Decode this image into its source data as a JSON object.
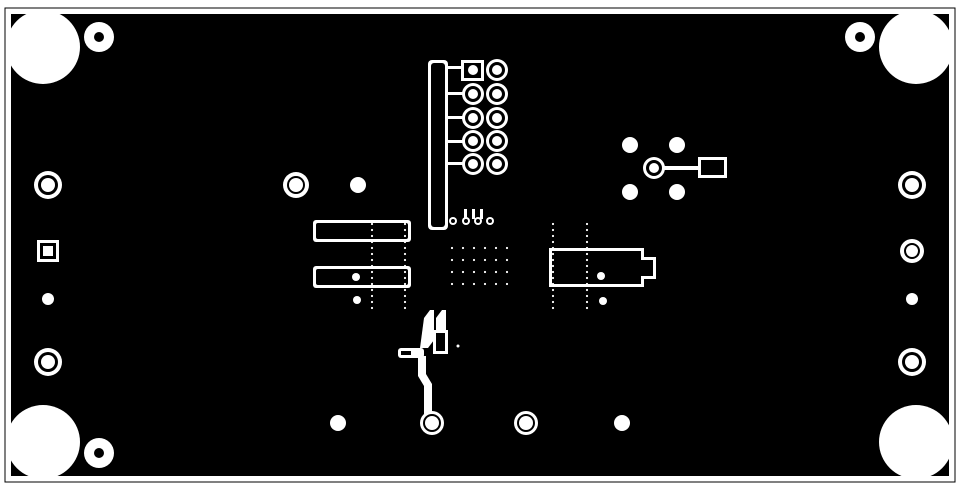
{
  "title": "",
  "colors": {
    "background": "#ffffff",
    "copper": "#000000",
    "clearance": "#ffffff"
  },
  "board": {
    "layer": "bottom copper",
    "corner_cutouts": 4,
    "mounting_holes": 4
  }
}
